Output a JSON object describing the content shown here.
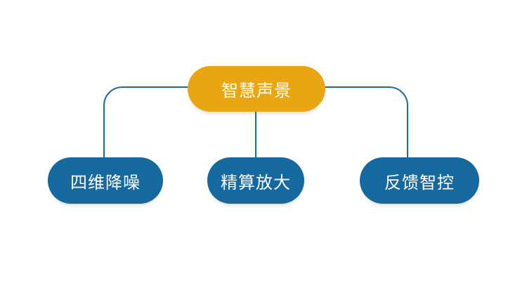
{
  "colors": {
    "background": "#ffffff",
    "root_fill": "#e9a611",
    "child_fill": "#16699f",
    "connector": "#1b6ca8",
    "text": "#ffffff"
  },
  "diagram": {
    "root": {
      "label": "智慧声景"
    },
    "children": [
      {
        "label": "四维降噪"
      },
      {
        "label": "精算放大"
      },
      {
        "label": "反馈智控"
      }
    ],
    "edges": [
      {
        "from": "root",
        "to": "child-0"
      },
      {
        "from": "root",
        "to": "child-1"
      },
      {
        "from": "root",
        "to": "child-2"
      }
    ]
  }
}
